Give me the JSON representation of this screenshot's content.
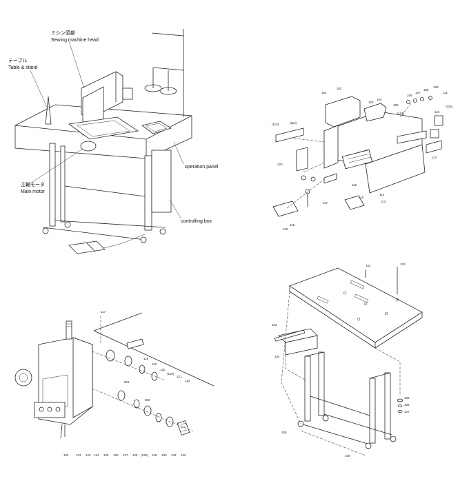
{
  "panel1": {
    "labels": {
      "sewing_head_jp": "ミシン頭部",
      "sewing_head_en": "Sewing machine head",
      "table_jp": "テーブル",
      "table_en": "Table & stand",
      "main_motor_jp": "主軸モータ",
      "main_motor_en": "Main motor",
      "operation_panel": "operation panel",
      "controlling_box": "controlling box"
    }
  },
  "panel2": {
    "part_numbers": [
      "101",
      "102",
      "103",
      "104",
      "105",
      "106",
      "107",
      "108",
      "109",
      "110",
      "111",
      "112",
      "113",
      "114",
      "115",
      "116",
      "117",
      "118",
      "119",
      "120",
      "(110)",
      "(113)",
      "(114)",
      "(115)"
    ]
  },
  "panel3": {
    "part_numbers": [
      "117",
      "118",
      "119",
      "120",
      "(120)",
      "121",
      "122",
      "801",
      "802",
      "124",
      "123",
      "125",
      "126",
      "127",
      "128",
      "(128)",
      "129",
      "130",
      "131",
      "132",
      "133",
      "134"
    ]
  },
  "panel4": {
    "part_numbers": [
      "101",
      "102",
      "103",
      "104",
      "105",
      "106",
      "107",
      "108",
      "109"
    ]
  }
}
